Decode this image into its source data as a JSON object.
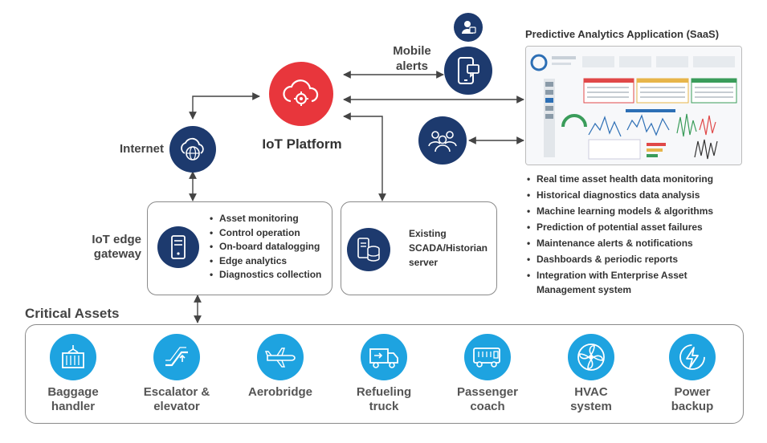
{
  "platform": {
    "label": "IoT Platform",
    "icon": "cloud-gear-icon",
    "color": "#e8363c"
  },
  "internet": {
    "label": "Internet",
    "icon": "cloud-globe-icon"
  },
  "mobile": {
    "label_line1": "Mobile",
    "label_line2": "alerts",
    "icon": "smartphone-icon",
    "user_icon": "user-shield-icon"
  },
  "team": {
    "icon": "team-icon"
  },
  "saas": {
    "title": "Predictive Analytics Application (SaaS)",
    "features": [
      "Real time asset health data monitoring",
      "Historical diagnostics data analysis",
      "Machine learning models & algorithms",
      "Prediction of potential asset failures",
      "Maintenance alerts & notifications",
      "Dashboards & periodic reports",
      "Integration with Enterprise Asset Management system"
    ]
  },
  "gateway": {
    "label_line1": "IoT edge",
    "label_line2": "gateway",
    "icon": "server-icon",
    "features": [
      "Asset monitoring",
      "Control operation",
      "On-board datalogging",
      "Edge analytics",
      "Diagnostics collection"
    ]
  },
  "scada": {
    "line1": "Existing",
    "line2": "SCADA/Historian",
    "line3": "server",
    "icon": "database-icon"
  },
  "critical": {
    "title": "Critical Assets",
    "assets": [
      {
        "line1": "Baggage",
        "line2": "handler",
        "icon": "container-icon"
      },
      {
        "line1": "Escalator &",
        "line2": "elevator",
        "icon": "escalator-icon"
      },
      {
        "line1": "Aerobridge",
        "line2": "",
        "icon": "airplane-icon"
      },
      {
        "line1": "Refueling",
        "line2": "truck",
        "icon": "truck-icon"
      },
      {
        "line1": "Passenger",
        "line2": "coach",
        "icon": "bus-icon"
      },
      {
        "line1": "HVAC",
        "line2": "system",
        "icon": "fan-icon"
      },
      {
        "line1": "Power",
        "line2": "backup",
        "icon": "lightning-icon"
      }
    ]
  },
  "colors": {
    "navy": "#1d3a6e",
    "asset_blue": "#1ea3e0",
    "red": "#e8363c"
  }
}
